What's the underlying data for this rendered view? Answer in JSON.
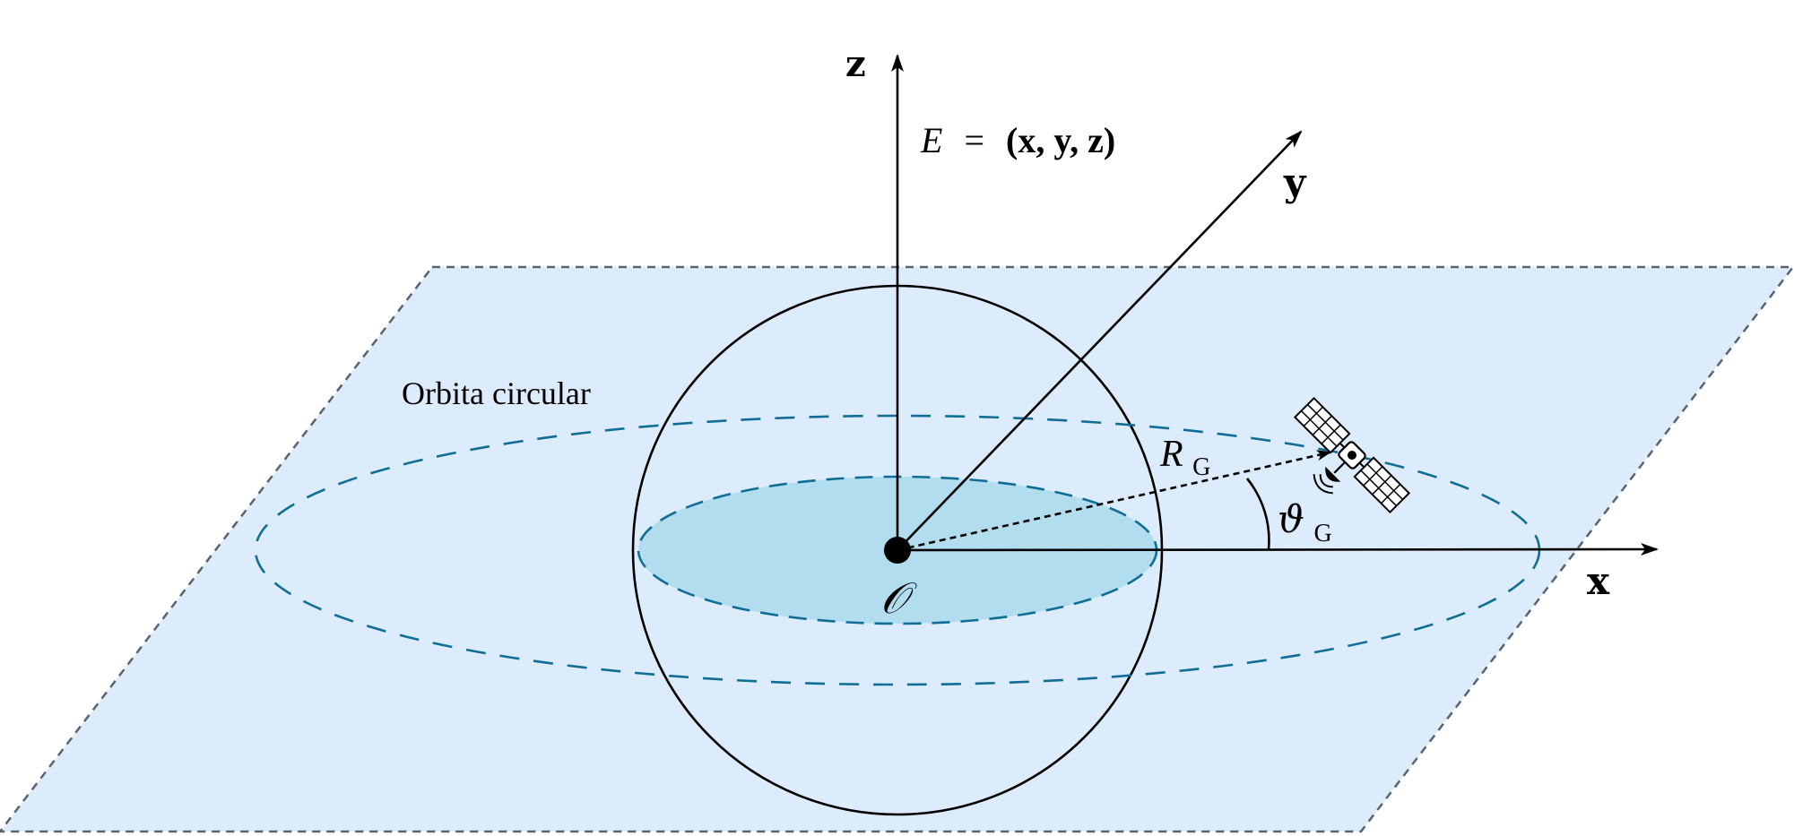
{
  "colors": {
    "plane_fill": "#dcecfc",
    "plane_border": "#5a6470",
    "orbit_dash": "#106e96",
    "equator_fill": "#b1ddef",
    "ink": "#000000"
  },
  "labels": {
    "z_axis": "z",
    "y_axis": "y",
    "x_axis": "x",
    "frame_lhs": "E",
    "frame_eq": "=",
    "frame_tuple": "(x, y, z)",
    "orbit": "Orbita circular",
    "radius_main": "R",
    "radius_sub": "G",
    "angle_main": "ϑ",
    "angle_sub": "G",
    "origin": "𝒪"
  },
  "icons": {
    "satellite": "satellite-icon"
  }
}
